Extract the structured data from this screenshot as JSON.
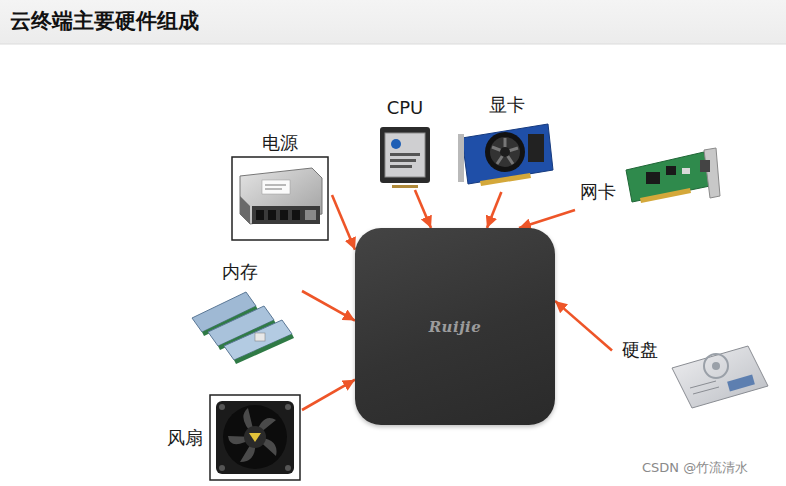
{
  "diagram": {
    "title": "云终端主要硬件组成",
    "nodes": [
      {
        "text": [
          "CPU"
        ]
      },
      {
        "text": [
          "显卡"
        ]
      },
      {
        "text": [
          "电源"
        ]
      },
      {
        "text": [
          "网卡"
        ]
      },
      {
        "text": [
          "Ruijie"
        ]
      },
      {
        "text": [
          "内存"
        ]
      },
      {
        "text": [
          "硬盘"
        ]
      },
      {
        "text": [
          "风扇"
        ]
      }
    ],
    "edges": [
      {
        "from": 0,
        "to": 4,
        "arrow": "to"
      },
      {
        "from": 1,
        "to": 4,
        "arrow": "to"
      },
      {
        "from": 2,
        "to": 4,
        "arrow": "to"
      },
      {
        "from": 3,
        "to": 4,
        "arrow": "to"
      },
      {
        "from": 5,
        "to": 4,
        "arrow": "to"
      },
      {
        "from": 6,
        "to": 4,
        "arrow": "to"
      },
      {
        "from": 7,
        "to": 4,
        "arrow": "to"
      }
    ],
    "labels": [
      "CSDN @竹流清水"
    ]
  }
}
